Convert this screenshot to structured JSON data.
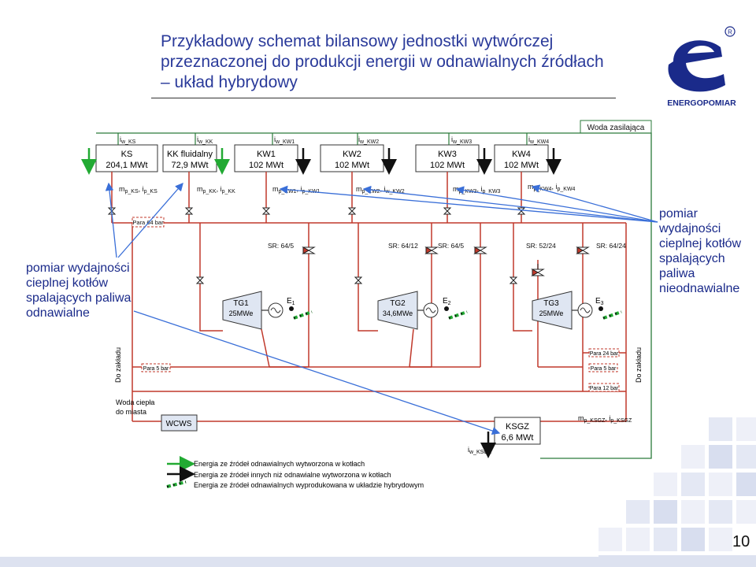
{
  "slide": {
    "title_lines": [
      "Przykładowy schemat bilansowy jednostki wytwórczej",
      "przeznaczonej do produkcji energii w odnawialnych źródłach",
      "– układ hybrydowy"
    ],
    "logo_text": "ENERGOPOMIAR",
    "logo_registered": "R",
    "left_annotation": "pomiar wydajności cieplnej kotłów spalających paliwa odnawialne",
    "right_annotation": "pomiar wydajności cieplnej kotłów spalających paliwa nieodnawialne",
    "page_number": "10"
  },
  "diagram": {
    "woda_zasilajaca": "Woda zasilająca",
    "boilers": [
      {
        "name": "KS",
        "power": "204,1 MWt",
        "iw": "i",
        "iw_sub": "w_KS",
        "mp": "m",
        "mp_sub": "p_KS",
        "ip": "i",
        "ip_sub": "p_KS"
      },
      {
        "name": "KK fluidalny",
        "power": "72,9 MWt",
        "iw": "i",
        "iw_sub": "w_KK",
        "mp": "m",
        "mp_sub": "p_KK",
        "ip": "i",
        "ip_sub": "p_KK"
      },
      {
        "name": "KW1",
        "power": "102 MWt",
        "iw": "i",
        "iw_sub": "w_KW1",
        "mp": "m",
        "mp_sub": "p_KW1",
        "ip": "i",
        "ip_sub": "p_KW1"
      },
      {
        "name": "KW2",
        "power": "102 MWt",
        "iw": "i",
        "iw_sub": "w_KW2",
        "mp": "m",
        "mp_sub": "p_KW2",
        "ip": "i",
        "ip_sub": "w_KW2"
      },
      {
        "name": "KW3",
        "power": "102 MWt",
        "iw": "i",
        "iw_sub": "w_KW3",
        "mp": "m",
        "mp_sub": "p_KW3",
        "ip": "i",
        "ip_sub": "p_KW3"
      },
      {
        "name": "KW4",
        "power": "102 MWt",
        "iw": "i",
        "iw_sub": "w_KW4",
        "mp": "m",
        "mp_sub": "p_KW4",
        "ip": "i",
        "ip_sub": "p_KW4"
      }
    ],
    "steam_header": "Para 64 bar",
    "sr_labels": [
      "SR: 64/5",
      "SR: 64/12",
      "SR: 64/5",
      "SR: 52/24",
      "SR: 64/24"
    ],
    "turbines": [
      {
        "name": "TG1",
        "power": "25MWe",
        "gen": "E",
        "gen_sub": "1"
      },
      {
        "name": "TG2",
        "power": "34,6MWe",
        "gen": "E",
        "gen_sub": "2"
      },
      {
        "name": "TG3",
        "power": "25MWe",
        "gen": "E",
        "gen_sub": "3"
      }
    ],
    "para5": "Para 5 bar",
    "para24": "Para 24 bar",
    "para5_right": "Para 5 bar",
    "para12": "Para 12 bar",
    "do_zakladu_left": "Do zakładu",
    "do_zakladu_right": "Do zakładu",
    "woda_ciepla_line1": "Woda ciepła",
    "woda_ciepla_line2": "do miasta",
    "wcws": "WCWS",
    "ksgz_name": "KSGZ",
    "ksgz_power": "6,6 MWt",
    "ksgz_mp": "m",
    "ksgz_mp_sub": "p_KSGZ",
    "ksgz_ip": "i",
    "ksgz_ip_sub": "p_KSGZ",
    "ksgz_iw": "i",
    "ksgz_iw_sub": "w_KSGZ",
    "legend": [
      "Energia ze źródeł odnawialnych wytworzona w kotłach",
      "Energia ze źródeł innych niż odnawialne wytworzona w kotłach",
      "Energia ze źródeł odnawialnych wyprodukowana w układzie hybrydowym"
    ]
  },
  "colors": {
    "title": "#2a3a9a",
    "pipe": "#c0392b",
    "blue": "#3a6fd8",
    "green": "#22aa33",
    "logo": "#1a2a8a"
  }
}
